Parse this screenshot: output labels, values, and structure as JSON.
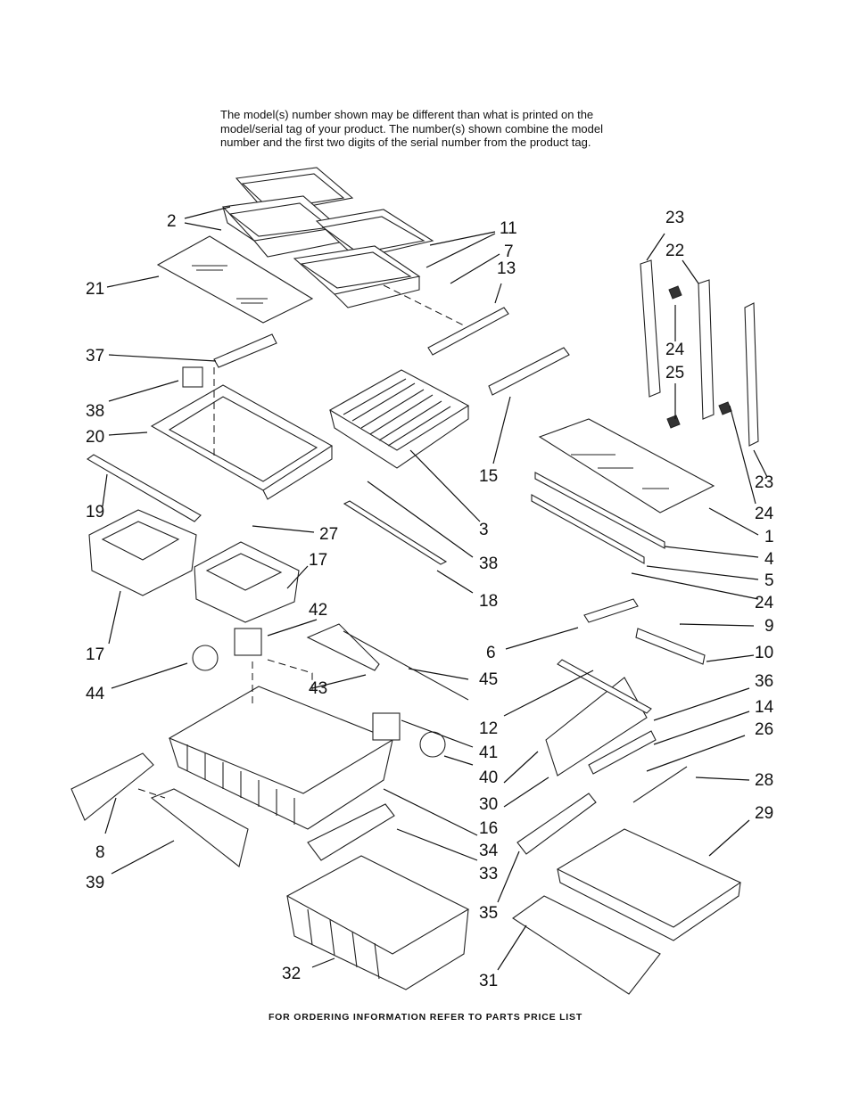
{
  "header": {
    "note_lines": [
      "The model(s) number shown may be different than what is printed on the",
      "model/serial tag of your product. The number(s) shown combine the model",
      "number and the first two digits of the serial number from the product tag."
    ]
  },
  "callouts": [
    "2",
    "21",
    "11",
    "7",
    "13",
    "23",
    "22",
    "24",
    "25",
    "37",
    "38",
    "20",
    "15",
    "19",
    "27",
    "3",
    "23",
    "24",
    "1",
    "4",
    "17",
    "17",
    "38",
    "18",
    "5",
    "24",
    "42",
    "9",
    "6",
    "10",
    "44",
    "45",
    "43",
    "12",
    "36",
    "14",
    "41",
    "26",
    "40",
    "30",
    "28",
    "16",
    "8",
    "34",
    "29",
    "39",
    "33",
    "35",
    "32",
    "31"
  ],
  "footer": {
    "text": "FOR ORDERING INFORMATION REFER TO PARTS PRICE LIST"
  }
}
